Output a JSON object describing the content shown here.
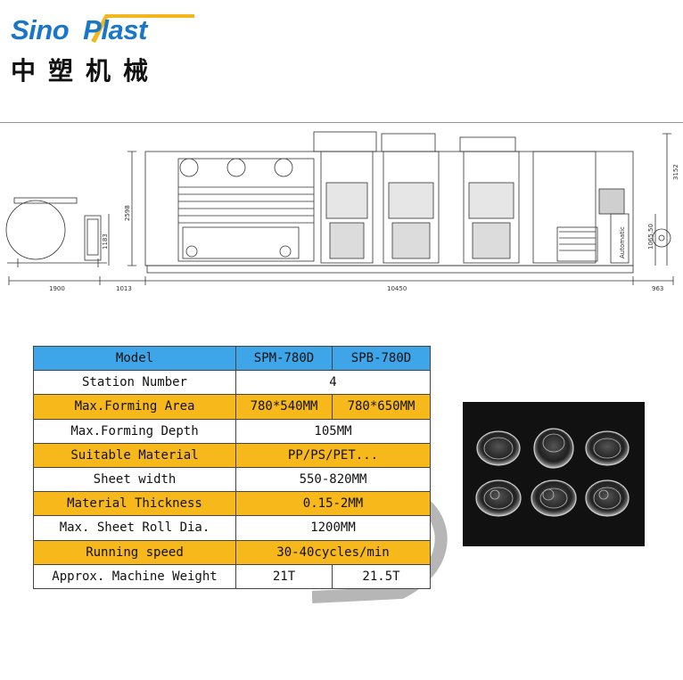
{
  "brand": {
    "name_part1": "Sino",
    "name_part2": "Plast",
    "chinese": "中塑机械",
    "colors": {
      "blue": "#1976c9",
      "accent": "#f2b71c"
    }
  },
  "drawing": {
    "dimensions": [
      "1900",
      "1013",
      "10450",
      "963",
      "2598",
      "1183",
      "3152",
      "1065.50"
    ],
    "text": "Automatic"
  },
  "spec_table": {
    "header": {
      "label": "Model",
      "col1": "SPM-780D",
      "col2": "SPB-780D"
    },
    "rows": [
      {
        "label": "Station Number",
        "value": "4",
        "color": "white"
      },
      {
        "label": "Max.Forming Area",
        "col1": "780*540MM",
        "col2": "780*650MM",
        "color": "yellow"
      },
      {
        "label": "Max.Forming Depth",
        "value": "105MM",
        "color": "white"
      },
      {
        "label": "Suitable Material",
        "value": "PP/PS/PET...",
        "color": "yellow"
      },
      {
        "label": "Sheet width",
        "value": "550-820MM",
        "color": "white"
      },
      {
        "label": "Material Thickness",
        "value": "0.15-2MM",
        "color": "yellow"
      },
      {
        "label": "Max. Sheet Roll Dia.",
        "value": "1200MM",
        "color": "white"
      },
      {
        "label": "Running speed",
        "value": "30-40cycles/min",
        "color": "yellow"
      },
      {
        "label": "Approx. Machine Weight",
        "col1": "21T",
        "col2": "21.5T",
        "color": "white"
      }
    ],
    "colors": {
      "header": "#3ea6e8",
      "yellow": "#f6b81a",
      "white": "#ffffff"
    }
  }
}
